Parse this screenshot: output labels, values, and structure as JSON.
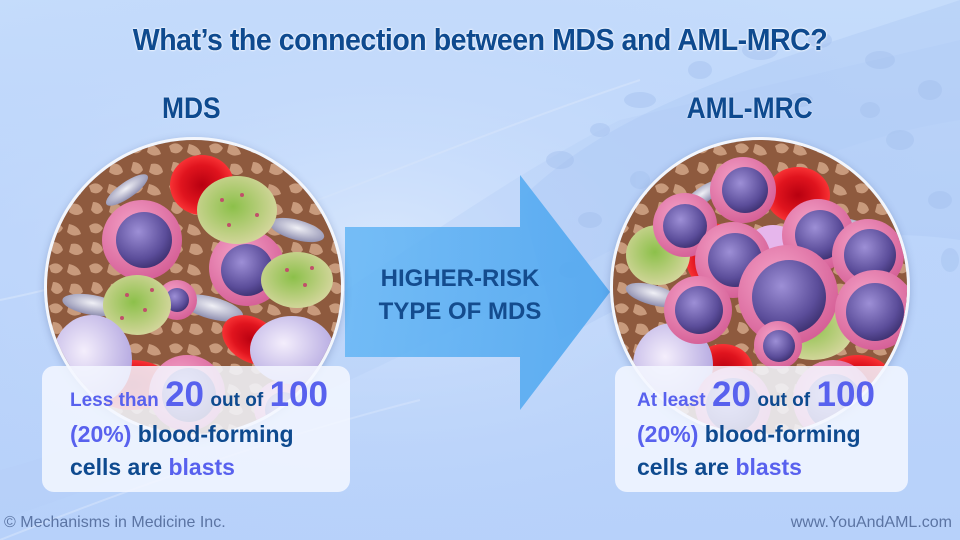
{
  "slide": {
    "title": "What’s the connection between MDS and AML-MRC?",
    "left": {
      "heading": "MDS",
      "box": {
        "prefix": "Less than",
        "num1": "20",
        "mid": "out of",
        "num2": "100",
        "pct": "(20%)",
        "line2_rest": "blood-forming",
        "line3_start": "cells are",
        "line3_hl": "blasts"
      }
    },
    "arrow": {
      "line1": "HIGHER-RISK",
      "line2": "TYPE OF MDS",
      "color": "#5ab0f2"
    },
    "right": {
      "heading": "AML-MRC",
      "box": {
        "prefix": "At least",
        "num1": "20",
        "mid": "out of",
        "num2": "100",
        "pct": "(20%)",
        "line2_rest": "blood-forming",
        "line3_start": "cells are",
        "line3_hl": "blasts"
      }
    },
    "footer": {
      "copyright": "© Mechanisms in Medicine Inc.",
      "website": "www.YouAndAML.com"
    },
    "colors": {
      "heading": "#0e4a8f",
      "highlight": "#5861ee",
      "background": "#bcd5fb"
    }
  }
}
